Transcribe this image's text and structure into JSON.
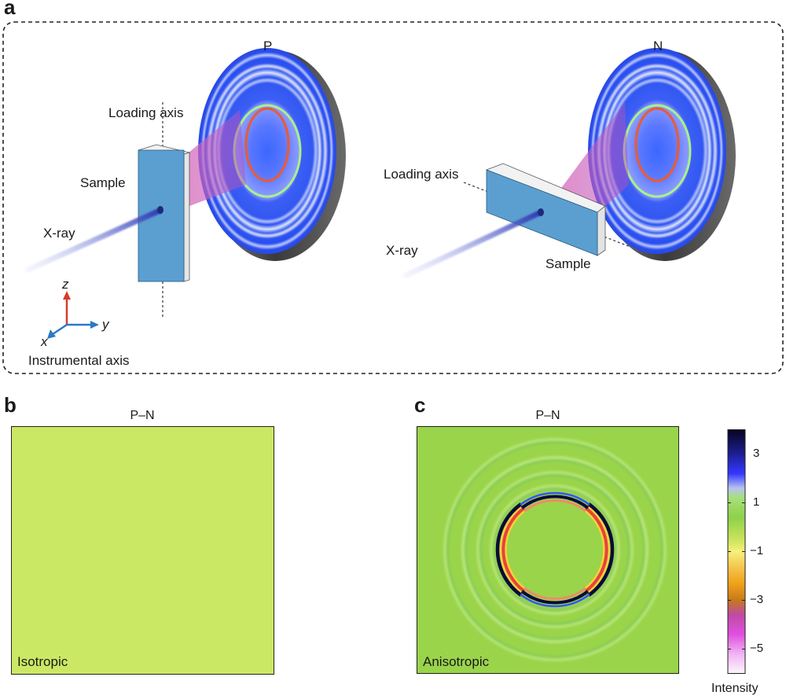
{
  "panel_a": {
    "letter": "a",
    "left": {
      "detector_label": "P",
      "loading_axis": "Loading axis",
      "sample": "Sample",
      "xray": "X-ray"
    },
    "right": {
      "detector_label": "N",
      "loading_axis": "Loading axis",
      "sample": "Sample",
      "xray": "X-ray"
    },
    "axes": {
      "z": "z",
      "y": "y",
      "x": "x",
      "caption": "Instrumental axis"
    }
  },
  "panel_b": {
    "letter": "b",
    "title": "P–N",
    "corner_label": "Isotropic",
    "fill_color": "#cbe865"
  },
  "panel_c": {
    "letter": "c",
    "title": "P–N",
    "corner_label": "Anisotropic",
    "background_color": "#9ad44a"
  },
  "colorbar": {
    "label": "Intensity",
    "ticks": [
      "3",
      "1",
      "−1",
      "−3",
      "−5"
    ],
    "tick_values": [
      3,
      1,
      -1,
      -3,
      -5
    ],
    "range": [
      -6,
      4
    ]
  },
  "colors": {
    "detector": "#2f5bf0",
    "sample": "#5b9fd1",
    "ring_red": "#e85b3a",
    "ring_green": "#8fd06a",
    "z_axis": "#d83a2a",
    "xy_axis": "#2a7ac6"
  }
}
